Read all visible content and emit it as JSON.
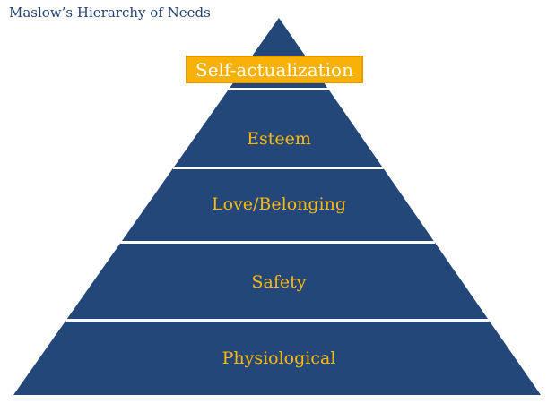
{
  "title": "Maslow’s Hierarchy of Needs",
  "colors": {
    "pyramid_navy": "#24477A",
    "title_navy": "#1F4273",
    "highlight_gold_fill": "#F9B106",
    "highlight_gold_border": "#DD9B03",
    "label_gold": "#FFB90A",
    "highlight_text_white": "#FFFFFF",
    "divider_white": "#FFFFFF",
    "background": "#FFFFFF"
  },
  "pyramid": {
    "levels": [
      {
        "rank": 1,
        "label": "Self-actualization",
        "highlighted": true
      },
      {
        "rank": 2,
        "label": "Esteem",
        "highlighted": false
      },
      {
        "rank": 3,
        "label": "Love/Belonging",
        "highlighted": false
      },
      {
        "rank": 4,
        "label": "Safety",
        "highlighted": false
      },
      {
        "rank": 5,
        "label": "Physiological",
        "highlighted": false
      }
    ]
  }
}
